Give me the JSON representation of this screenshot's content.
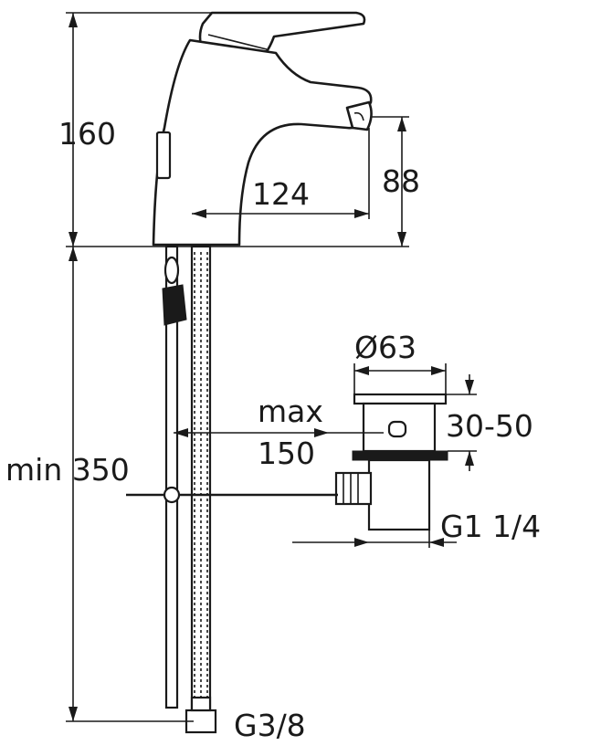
{
  "dimensions": {
    "height_total": "160",
    "spout_height": "88",
    "spout_reach": "124",
    "min_length": "min 350",
    "max_label": "max",
    "max_value": "150",
    "waste_diameter": "Ø63",
    "waste_range": "30-50",
    "waste_thread": "G1 1/4",
    "supply_thread": "G3/8"
  }
}
